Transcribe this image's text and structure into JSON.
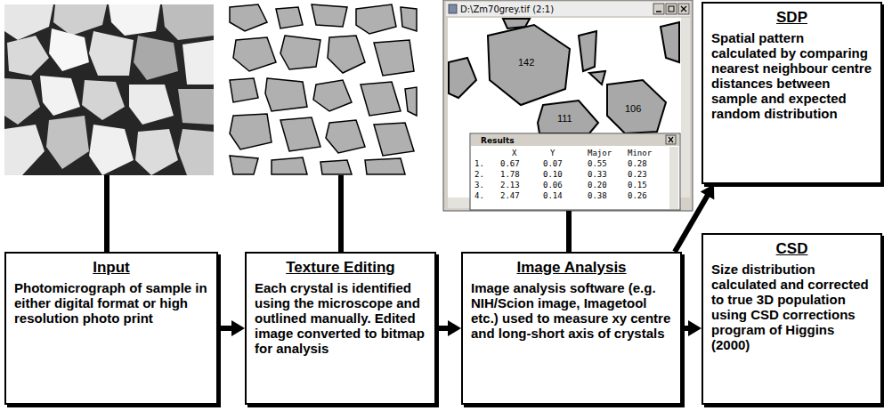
{
  "diagram": {
    "nodes": [
      {
        "text": [
          "Input",
          "Photomicrograph of sample in either digital format or high resolution photo print"
        ]
      },
      {
        "text": [
          "Texture Editing",
          "Each crystal is identified using the microscope and outlined manually. Edited image converted to bitmap for analysis"
        ]
      },
      {
        "text": [
          "Image Analysis",
          "Image analysis software (e.g. NIH/Scion image, Imagetool etc.) used to measure xy centre and long-short axis of crystals"
        ]
      },
      {
        "text": [
          "SDP",
          "Spatial pattern calculated by comparing nearest neighbour centre distances between sample and expected random distribution"
        ]
      },
      {
        "text": [
          "CSD",
          "Size distribution calculated and corrected to true 3D population using CSD corrections program of Higgins (2000)"
        ]
      }
    ],
    "edges": [
      {
        "from": 0,
        "to": 1,
        "arrow": "to"
      },
      {
        "from": 1,
        "to": 2,
        "arrow": "to"
      },
      {
        "from": 2,
        "to": 3,
        "arrow": "to"
      },
      {
        "from": 2,
        "to": 4,
        "arrow": "to"
      }
    ],
    "labels": [
      "D:\\Zm70grey.tif (2:1)",
      "142",
      "106",
      "111",
      "Results",
      "X",
      "Y",
      "Major",
      "Minor",
      "1.",
      "0.67",
      "0.07",
      "0.55",
      "0.28",
      "2.",
      "1.78",
      "0.10",
      "0.33",
      "0.23",
      "3.",
      "2.13",
      "0.06",
      "0.20",
      "0.15",
      "4.",
      "2.47",
      "0.14",
      "0.38",
      "0.26"
    ]
  }
}
